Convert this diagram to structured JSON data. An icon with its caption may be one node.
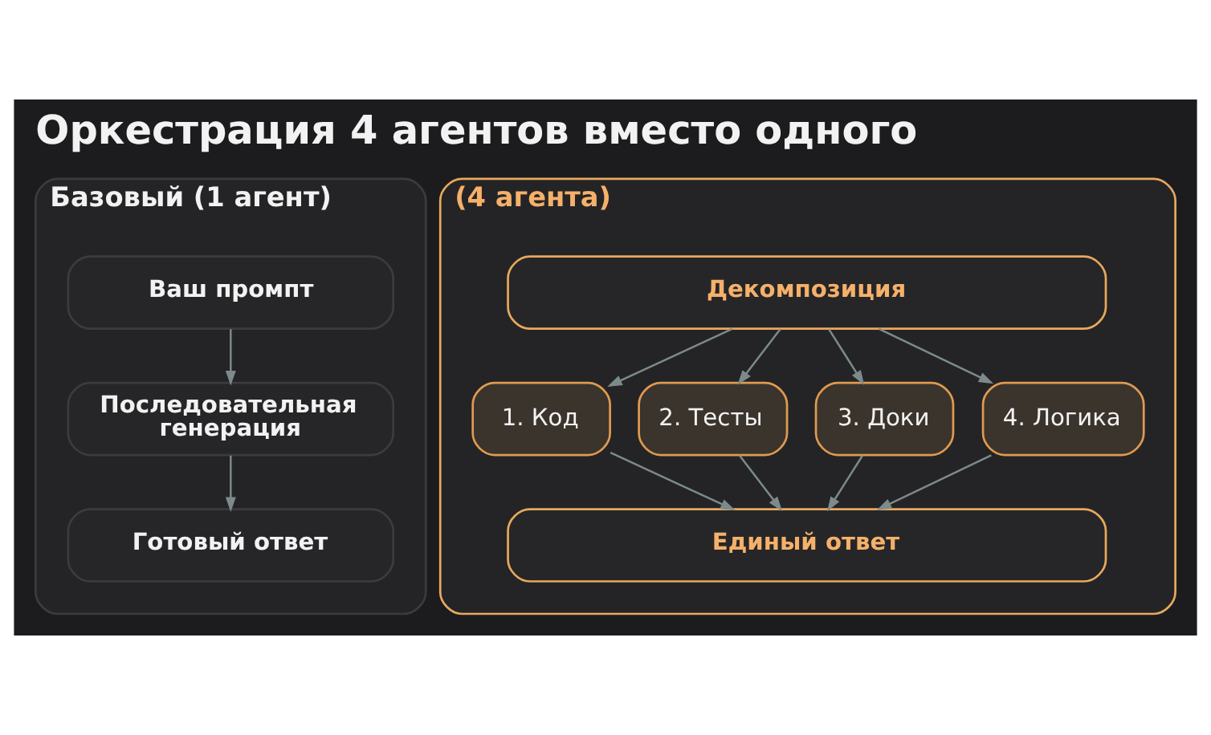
{
  "diagram": {
    "title": "Оркестрация 4 агентов вместо одного",
    "nodes": [
      {
        "text": [
          "Базовый (1 агент)"
        ]
      },
      {
        "text": [
          "Ваш промпт"
        ],
        "in": 0
      },
      {
        "text": [
          "Последовательная генерация"
        ],
        "in": 0
      },
      {
        "text": [
          "Готовый ответ"
        ],
        "in": 0
      },
      {
        "text": [
          "(4 агента)"
        ]
      },
      {
        "text": [
          "Декомпозиция"
        ],
        "in": 4
      },
      {
        "text": [
          "1. Код"
        ],
        "in": 4
      },
      {
        "text": [
          "2. Тесты"
        ],
        "in": 4
      },
      {
        "text": [
          "3. Доки"
        ],
        "in": 4
      },
      {
        "text": [
          "4. Логика"
        ],
        "in": 4
      },
      {
        "text": [
          "Единый ответ"
        ],
        "in": 4
      }
    ],
    "edges": [
      {
        "from": 1,
        "to": 2,
        "arrow": "to"
      },
      {
        "from": 2,
        "to": 3,
        "arrow": "to"
      },
      {
        "from": 5,
        "to": 6,
        "arrow": "to"
      },
      {
        "from": 5,
        "to": 7,
        "arrow": "to"
      },
      {
        "from": 5,
        "to": 8,
        "arrow": "to"
      },
      {
        "from": 5,
        "to": 9,
        "arrow": "to"
      },
      {
        "from": 6,
        "to": 10,
        "arrow": "to"
      },
      {
        "from": 7,
        "to": 10,
        "arrow": "to"
      },
      {
        "from": 8,
        "to": 10,
        "arrow": "to"
      },
      {
        "from": 9,
        "to": 10,
        "arrow": "to"
      }
    ]
  }
}
